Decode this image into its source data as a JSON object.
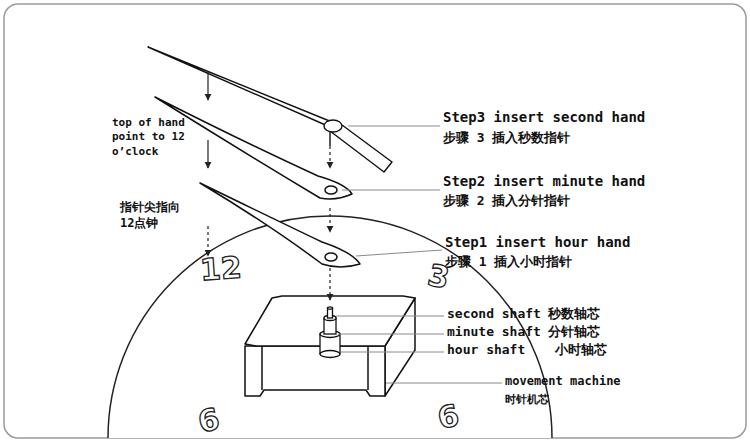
{
  "diagram": {
    "labels": [
      "Step3 insert second hand",
      "步骤 3 插入秒数指针",
      "top of hand point to 12 o’clock",
      "Step2 insert minute hand",
      "步骤 2 插入分针指针",
      "指针尖指向 12点钟",
      "Step1 insert hour hand",
      "步骤 1 插入小时指针",
      "12",
      "3",
      "second shaft",
      "秒数轴芯",
      "minute shaft",
      "分针轴芯",
      "hour shaft",
      "小时轴芯",
      "movement machine",
      "时针机芯",
      "9",
      "6"
    ]
  }
}
